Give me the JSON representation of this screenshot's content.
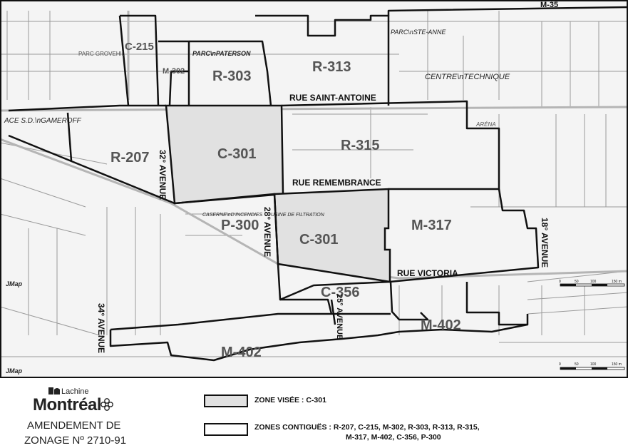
{
  "map": {
    "zones": [
      {
        "id": "C-215"
      },
      {
        "id": "M-302"
      },
      {
        "id": "R-303"
      },
      {
        "id": "R-313"
      },
      {
        "id": "R-207"
      },
      {
        "id": "C-301-north"
      },
      {
        "id": "R-315"
      },
      {
        "id": "P-300"
      },
      {
        "id": "C-301-south"
      },
      {
        "id": "M-317"
      },
      {
        "id": "C-356"
      },
      {
        "id": "M-402-east"
      },
      {
        "id": "M-402-west"
      }
    ],
    "zone_labels": {
      "c215": "C-215",
      "m302": "M-302",
      "r303": "R-303",
      "r313": "R-313",
      "r207": "R-207",
      "c301a": "C-301",
      "r315": "R-315",
      "p300": "P-300",
      "c301b": "C-301",
      "m317": "M-317",
      "c356": "C-356",
      "m402a": "M-402",
      "m402b": "M-402"
    },
    "streets": {
      "saint_antoine": "RUE SAINT-ANTOINE",
      "remembrance": "RUE REMEMBRANCE",
      "victoria": "RUE VICTORIA",
      "ave32": "32° AVENUE",
      "ave28": "28° AVENUE",
      "ave25": "25° AVENUE",
      "ave34": "34° AVENUE",
      "ave18": "18° AVENUE",
      "m35": "M-35"
    },
    "places": {
      "parc_grovehill": "PARC GROVEHIL",
      "parc_paterson": "PARC\\nPATERSON",
      "parc_ste_anne": "PARC\\nSTE-ANNE",
      "centre_technique": "CENTRE\\nTECHNIQUE",
      "gameroff": "ACE S.D.\\nGAMEROFF",
      "arena": "ARÉNA",
      "caserne": "CASERNE\\nD'INCENDIES",
      "usine": "USINE DE FILTRATION",
      "jmap_top": "JMap",
      "jmap_bottom": "JMap"
    },
    "scale": {
      "ticks": [
        "0",
        "50",
        "100",
        "150 m"
      ]
    },
    "colors": {
      "target_zone": "#e1e1e1",
      "border": "#111111",
      "streets": "#888888"
    }
  },
  "legend": {
    "brand_sub": "Lachine",
    "brand_main": "Montréal",
    "amendment_line1": "AMENDEMENT DE",
    "amendment_line2": "ZONAGE Nº 2710-91",
    "zone_visee": "ZONE VISÉE : C-301",
    "zones_contigues": "ZONES CONTIGUËS : R-207, C-215, M-302, R-303, R-313, R-315,",
    "zones_contigues2": "M-317, M-402, C-356, P-300"
  }
}
